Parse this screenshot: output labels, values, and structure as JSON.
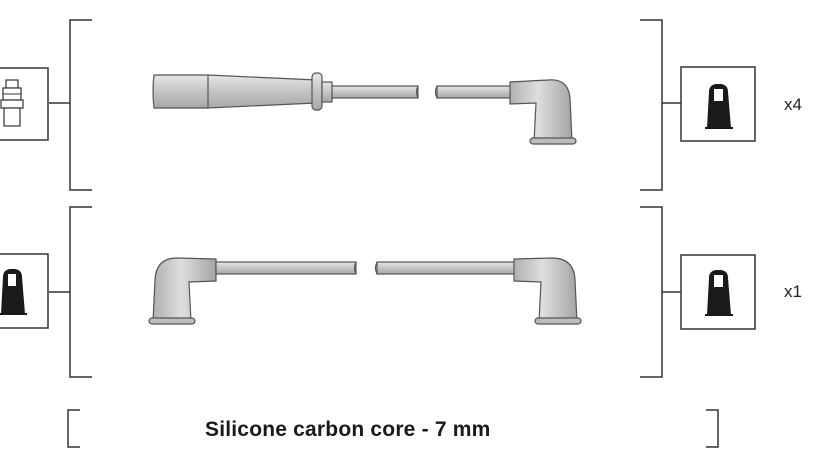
{
  "caption": "Silicone carbon core - 7 mm",
  "rows": [
    {
      "quantity": "x4",
      "left_end": "spark-plug-cap-connector",
      "right_end": "coil-boot-connector"
    },
    {
      "quantity": "x1",
      "left_end": "coil-boot-connector",
      "right_end": "coil-boot-connector"
    }
  ],
  "colors": {
    "line": "#333333",
    "cable": "#c9c9c9",
    "boot": "#c4c4c4",
    "icon_fill": "#1a1a1a"
  }
}
